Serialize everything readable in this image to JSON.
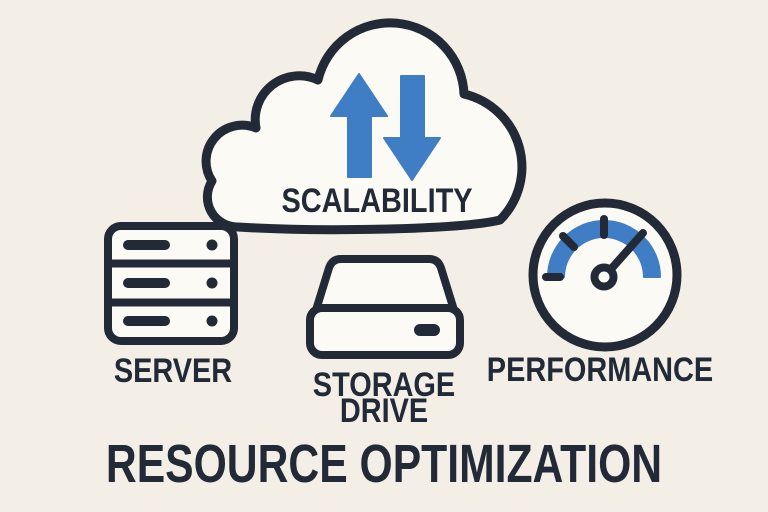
{
  "title": "RESOURCE OPTIMIZATION",
  "cloud": {
    "label": "SCALABILITY",
    "icon": "cloud-icon",
    "arrows": [
      "arrow-up-icon",
      "arrow-down-icon"
    ]
  },
  "items": [
    {
      "label": "SERVER",
      "icon": "server-icon"
    },
    {
      "label_line1": "STORAGE",
      "label_line2": "DRIVE",
      "icon": "storage-drive-icon"
    },
    {
      "label": "PERFORMANCE",
      "icon": "gauge-icon"
    }
  ],
  "colors": {
    "background": "#f4efe6",
    "surface": "#fcfaf4",
    "ink": "#222a38",
    "accent_blue": "#3f7dc5"
  }
}
